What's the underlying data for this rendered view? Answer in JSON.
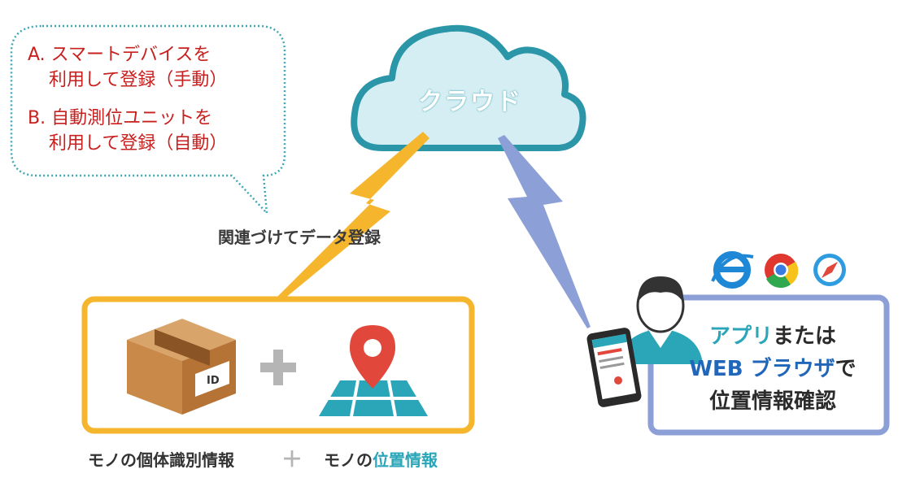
{
  "bubble": {
    "line_a1": "A. スマートデバイスを",
    "line_a2": "利用して登録（手動）",
    "line_b1": "B. 自動測位ユニットを",
    "line_b2": "利用して登録（自動）"
  },
  "cloud": {
    "label": "クラウド"
  },
  "link": {
    "label": "関連づけてデータ登録"
  },
  "items": {
    "box_tag": "ID",
    "caption_object": "モノの個体識別情報",
    "caption_plus": "＋",
    "caption_prefix": "モノの",
    "caption_highlight": "位置情報"
  },
  "viewer": {
    "line1_teal": "アプリ",
    "line1_dark": "または",
    "line2_blue": "WEB ブラウザ",
    "line2_dark": "で",
    "line3": "位置情報確認"
  },
  "browser_icons": [
    "ie-icon",
    "chrome-icon",
    "safari-icon"
  ],
  "colors": {
    "accent_red": "#c8201e",
    "bubble_border": "#3fa7b4",
    "cloud_fill": "#d5eef3",
    "cloud_stroke": "#2a96a8",
    "lightning_yellow": "#f5b62d",
    "lightning_blue": "#8c9fd6",
    "items_frame": "#f5b62d",
    "viewer_frame": "#8c9fd6"
  }
}
